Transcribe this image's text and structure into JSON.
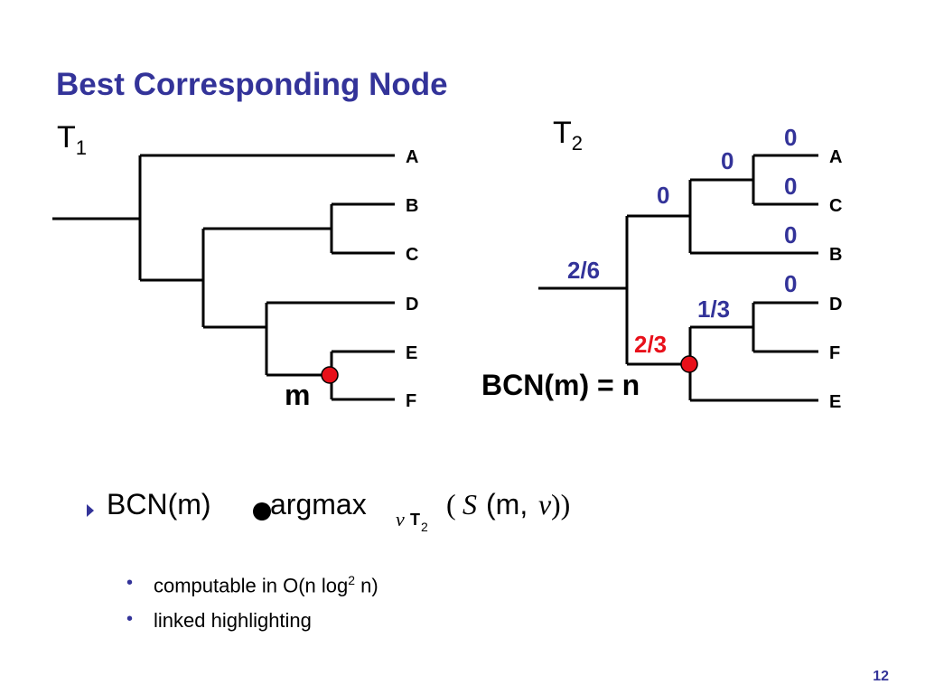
{
  "slide": {
    "title": "Best Corresponding Node",
    "page_number": "12"
  },
  "tree1": {
    "name": "T",
    "name_sub": "1",
    "leaves": [
      "A",
      "B",
      "C",
      "D",
      "E",
      "F"
    ],
    "marked_node_label": "m"
  },
  "tree2": {
    "name": "T",
    "name_sub": "2",
    "leaves": [
      "A",
      "C",
      "B",
      "D",
      "F",
      "E"
    ],
    "scores": {
      "leaf_a": "0",
      "node_ac": "0",
      "leaf_c": "0",
      "node_acb": "0",
      "leaf_b": "0",
      "root": "2/6",
      "leaf_d": "0",
      "node_df": "1/3",
      "node_dfe": "2/3"
    },
    "bcn_label": "BCN(m) = n"
  },
  "bullets": {
    "main_prefix": "BCN(m)",
    "main_argmax": "argmax",
    "main_sub_v": "v",
    "main_sub_t": "T",
    "main_sub_t_index": "2",
    "main_expr_open": "(",
    "main_expr_s": "S",
    "main_expr_m": "(m,",
    "main_expr_v": "v",
    "main_expr_close": "))",
    "sub": [
      {
        "text_before": "computable in O(n log",
        "sup": "2",
        "text_after": " n)"
      },
      {
        "text_before": "linked highlighting",
        "sup": "",
        "text_after": ""
      }
    ]
  },
  "colors": {
    "title": "#333399",
    "score": "#333399",
    "highlight": "#e8101a",
    "line": "#000000"
  }
}
